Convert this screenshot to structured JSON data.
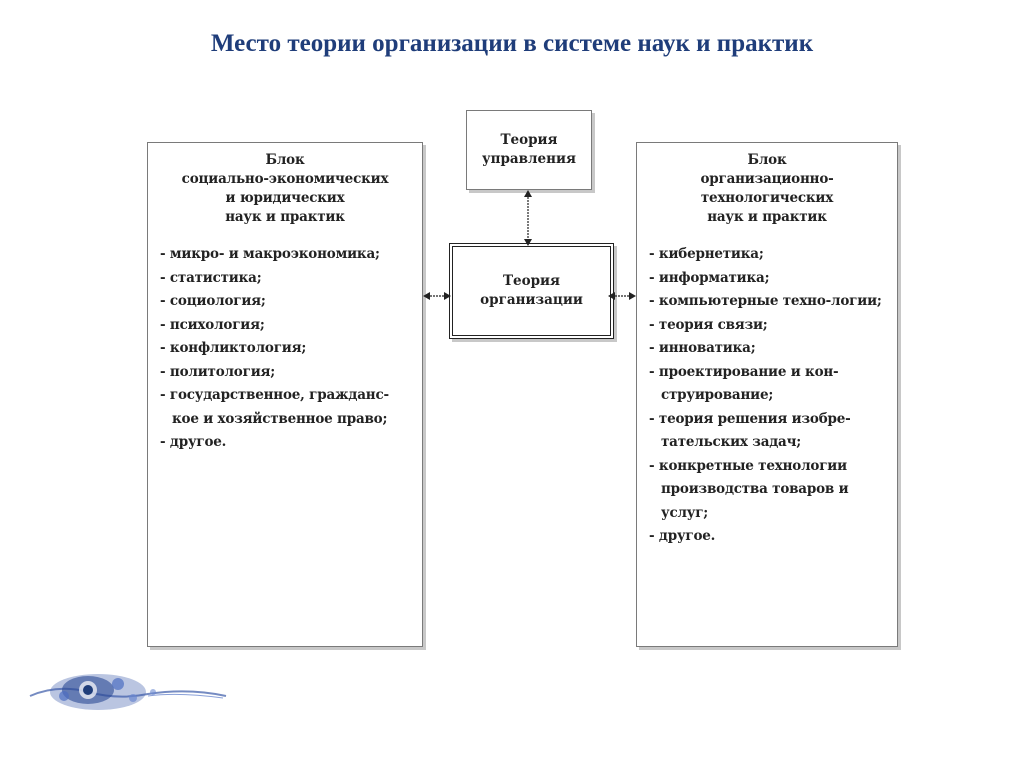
{
  "slide": {
    "title": "Место теории организации в системе наук и практик"
  },
  "diagram": {
    "management_box": {
      "lines": [
        "Теория",
        "управления"
      ]
    },
    "organization_box": {
      "lines": [
        "Теория",
        "организации"
      ]
    },
    "left_block": {
      "heading": [
        "Блок",
        "социально-экономических",
        "и юридических",
        "наук и практик"
      ],
      "items": [
        "микро- и макроэкономика;",
        "статистика;",
        "социология;",
        "психология;",
        "конфликтология;",
        "политология;",
        "государственное, гражданс-кое и хозяйственное право;",
        "другое."
      ]
    },
    "right_block": {
      "heading": [
        "Блок",
        "организационно-",
        "технологических",
        "наук и практик"
      ],
      "items": [
        "кибернетика;",
        "информатика;",
        "компьютерные техно-логии;",
        "теория связи;",
        "инноватика;",
        "проектирование и кон-струирование;",
        "теория решения изобре-тательских задач;",
        "конкретные технологии производства товаров и услуг;",
        "другое."
      ]
    }
  },
  "colors": {
    "title": "#1f3d7a",
    "ornament": "#3a5aa8"
  }
}
